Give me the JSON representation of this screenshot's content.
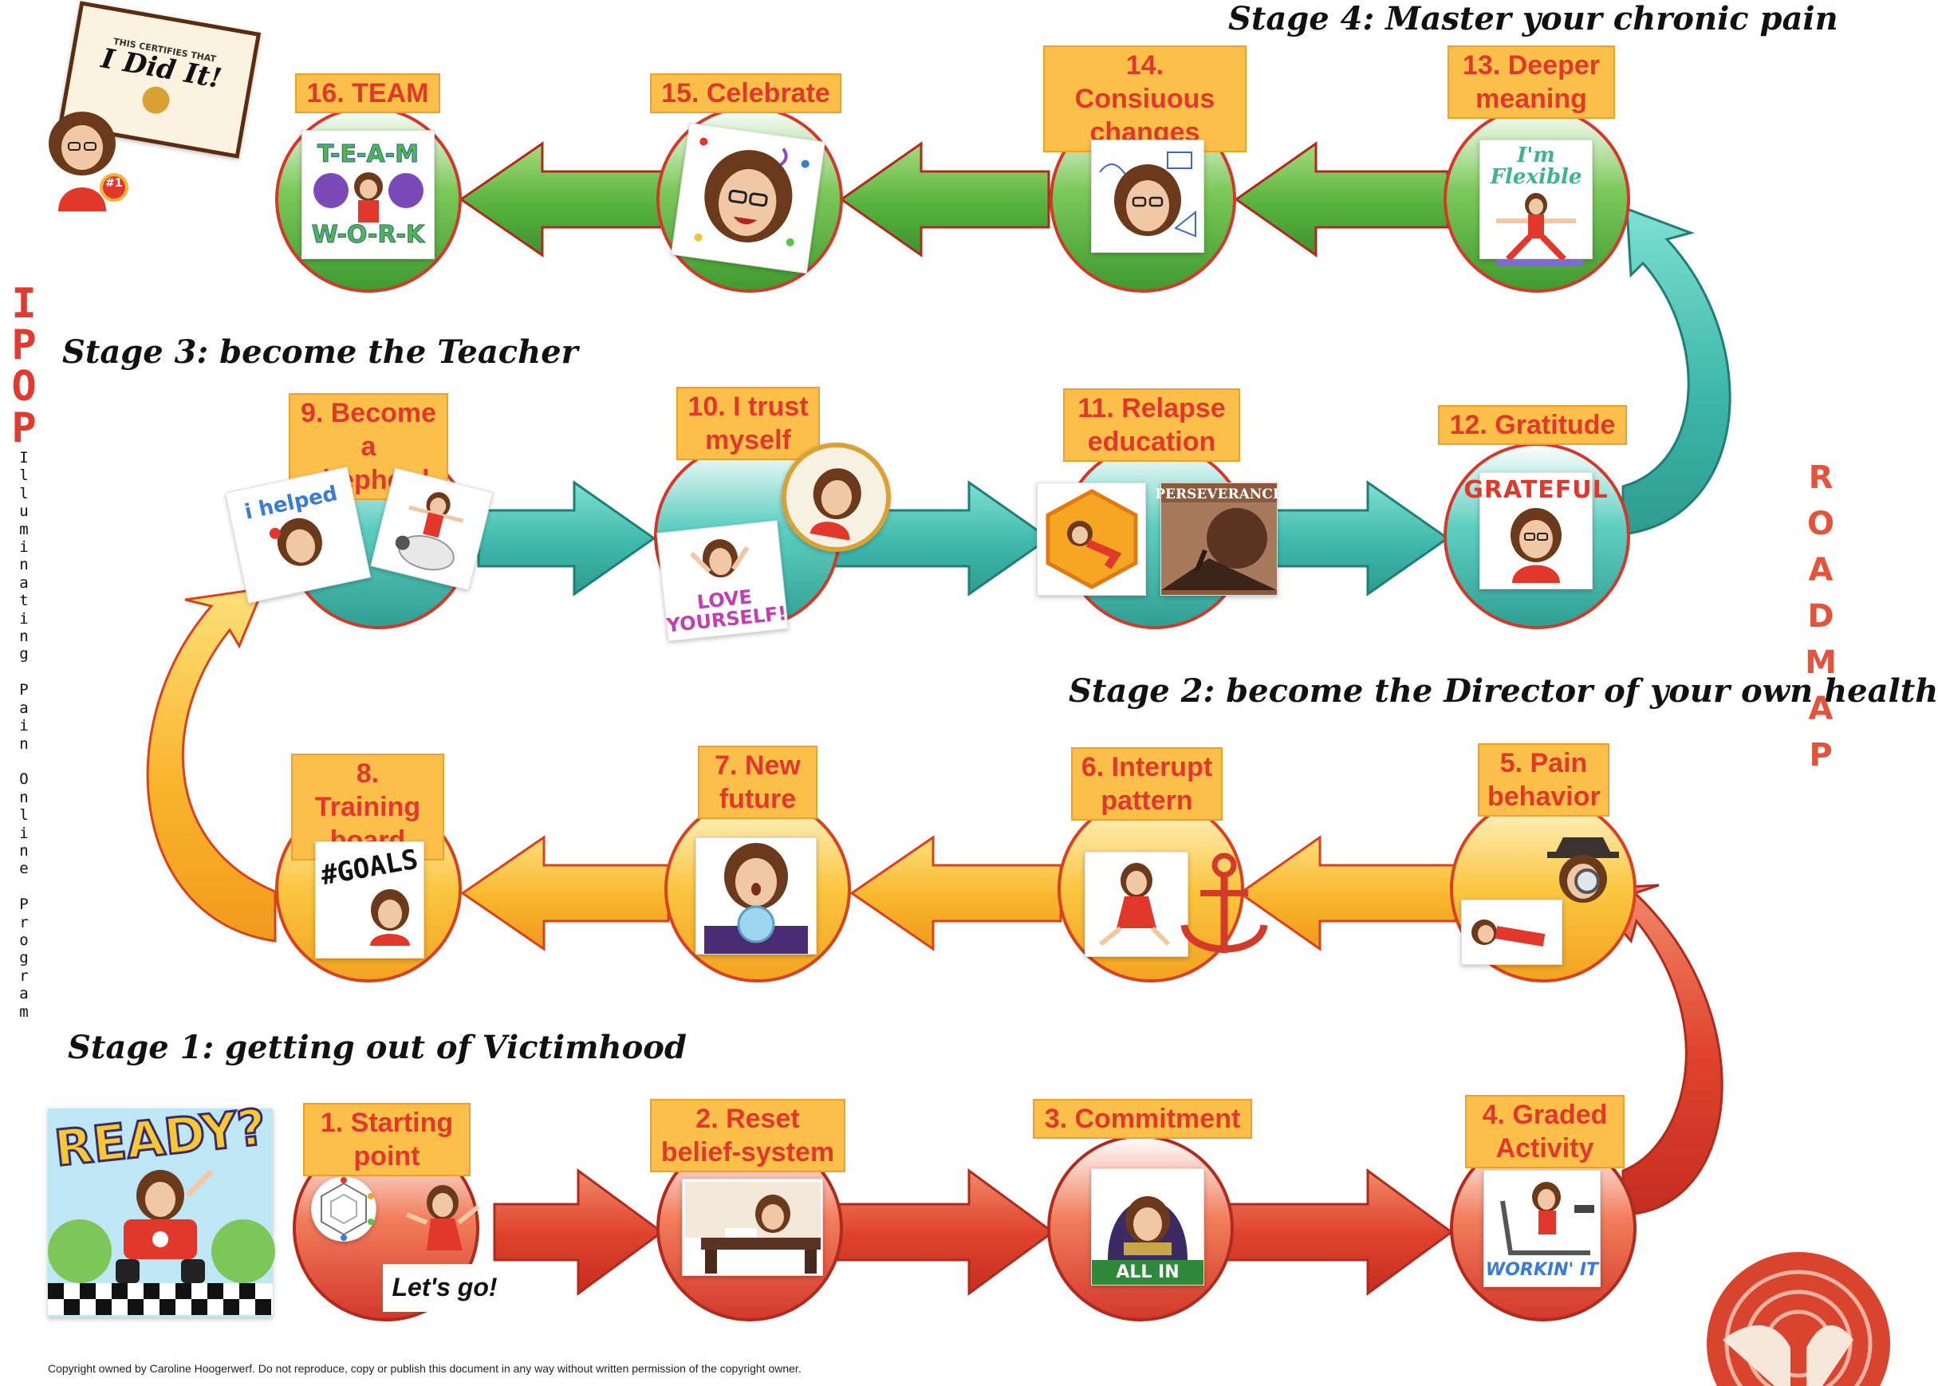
{
  "stages": {
    "s1": "Stage 1: getting out of Victimhood",
    "s2": "Stage 2: become the Director of your own health",
    "s3": "Stage 3: become the Teacher",
    "s4": "Stage 4: Master your chronic pain"
  },
  "steps": [
    {
      "label": "1. Starting\npoint"
    },
    {
      "label": "2. Reset\nbelief-system"
    },
    {
      "label": "3. Commitment"
    },
    {
      "label": "4. Graded\nActivity"
    },
    {
      "label": "5. Pain\nbehavior"
    },
    {
      "label": "6. Interupt\npattern"
    },
    {
      "label": "7. New\nfuture"
    },
    {
      "label": "8. Training\nboard"
    },
    {
      "label": "9. Become\na shepherd"
    },
    {
      "label": "10. I trust\nmyself"
    },
    {
      "label": "11. Relapse\neducation"
    },
    {
      "label": "12. Gratitude"
    },
    {
      "label": "13. Deeper\nmeaning"
    },
    {
      "label": "14. Consiuous\nchanges"
    },
    {
      "label": "15. Celebrate"
    },
    {
      "label": "16. TEAM"
    }
  ],
  "image_text": {
    "ready": "READY?",
    "lets_go": "Let's go!",
    "all_in": "ALL IN",
    "workin_it": "WORKIN' IT",
    "goals": "#GOALS",
    "i_helped": "i helped",
    "love_yourself": "LOVE YOURSELF!",
    "perseverance": "PERSEVERANCE",
    "grateful": "GRATEFUL",
    "flexible": "I'm Flexible",
    "team_top": "T-E-A-M",
    "team_bottom": "W-O-R-K",
    "cert_line": "THIS CERTIFIES THAT",
    "cert_title": "I Did It!",
    "ribbon": "#1"
  },
  "side_left": {
    "big": "IPOP",
    "small": "Illuminating Pain Online Program"
  },
  "side_right": "ROADMAP",
  "copyright": "Copyright owned by Caroline Hoogerwerf. Do not reproduce, copy or publish this document in any way  without written permission of the copyright owner.",
  "colors": {
    "red": "#d8392b",
    "yellow": "#f8b52e",
    "teal": "#45bdb3",
    "green": "#55b03b",
    "label_bg": "#fcbf4a",
    "label_text": "#e2372b"
  }
}
